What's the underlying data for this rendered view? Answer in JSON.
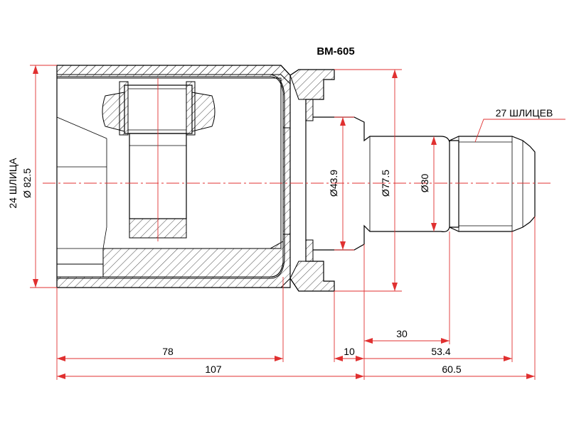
{
  "part_number": "BM-605",
  "labels": {
    "outer_splines": "24 ШЛИЦА",
    "outer_diameter": "Ø 82.5",
    "inner_splines": "27 ШЛИЦЕВ",
    "d_43_9": "Ø43.9",
    "d_77_5": "Ø77.5",
    "d_30": "Ø30"
  },
  "dimensions": {
    "d78": "78",
    "d107": "107",
    "d10": "10",
    "d30": "30",
    "d53_4": "53.4",
    "d60_5": "60.5"
  },
  "colors": {
    "line": "#000000",
    "dimension": "#e03030"
  }
}
